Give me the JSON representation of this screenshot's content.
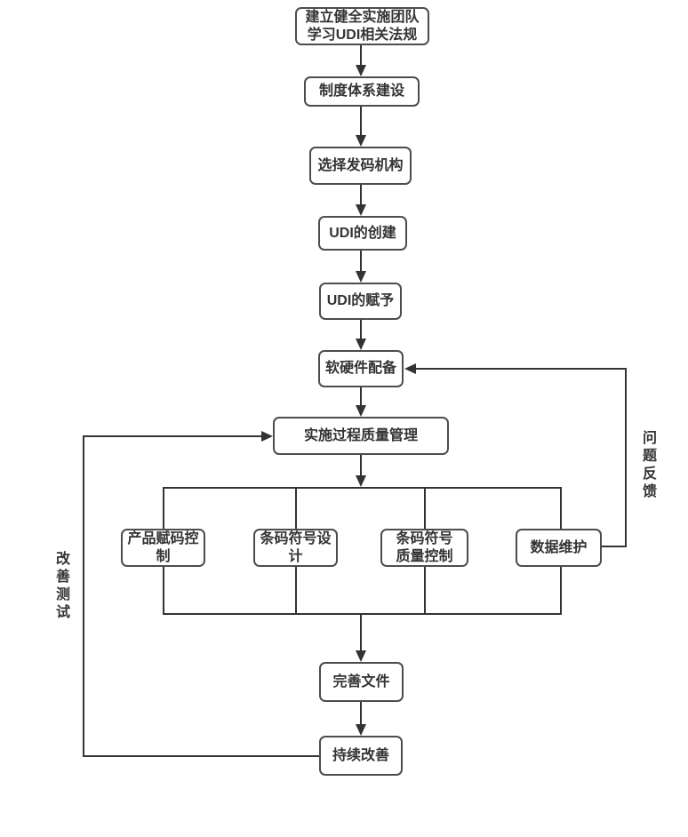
{
  "nodes": {
    "team": {
      "label": "建立健全实施团队\n学习UDI相关法规"
    },
    "system": {
      "label": "制度体系建设"
    },
    "agency": {
      "label": "选择发码机构"
    },
    "udi_create": {
      "label": "UDI的创建"
    },
    "udi_assign": {
      "label": "UDI的赋予"
    },
    "hardware": {
      "label": "软硬件配备"
    },
    "process_quality": {
      "label": "实施过程质量管理"
    },
    "product_coding": {
      "label": "产品赋码控\n制"
    },
    "barcode_design": {
      "label": "条码符号设\n计"
    },
    "barcode_quality": {
      "label": "条码符号\n质量控制"
    },
    "data_maintenance": {
      "label": "数据维护"
    },
    "perfect_docs": {
      "label": "完善文件"
    },
    "continuous_improve": {
      "label": "持续改善"
    }
  },
  "edge_labels": {
    "problem_feedback": "问题反馈",
    "improvement_test": "改善测试"
  },
  "colors": {
    "line": "#333333",
    "border": "#4d4d4d",
    "text": "#333333",
    "background": "#ffffff"
  }
}
